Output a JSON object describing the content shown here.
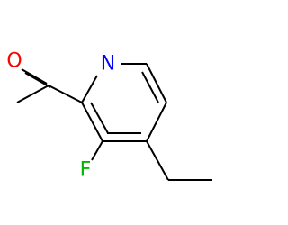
{
  "molecule": {
    "atoms": [
      {
        "id": "o",
        "label": "O",
        "color": "#ff0000"
      },
      {
        "id": "n",
        "label": "N",
        "color": "#0000ff"
      },
      {
        "id": "f",
        "label": "F",
        "color": "#00b800"
      }
    ],
    "bond_color": "#000000"
  }
}
